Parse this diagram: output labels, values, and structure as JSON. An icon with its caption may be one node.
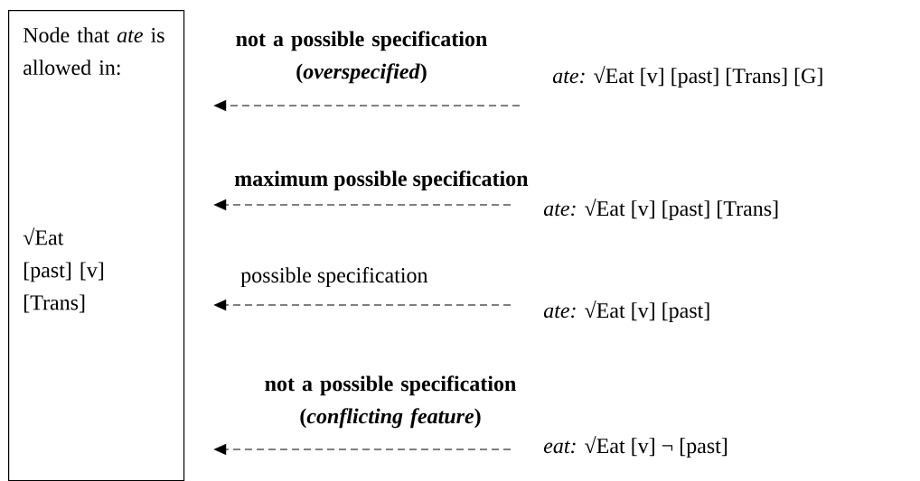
{
  "diagram": {
    "nodes": [
      {
        "text": [
          "Node that *ate* is allowed in:",
          "√Eat [past] [v] [Trans]"
        ]
      },
      {
        "text": [
          "*ate:* √Eat [v] [past] [Trans] [G]"
        ]
      },
      {
        "text": [
          "*ate:* √Eat [v] [past] [Trans]"
        ]
      },
      {
        "text": [
          "*ate:* √Eat [v] [past]"
        ]
      },
      {
        "text": [
          "*eat:* √Eat [v] ¬ [past]"
        ]
      }
    ],
    "edges": [
      {
        "from": 1,
        "to": 0,
        "arrow": "to",
        "style": "dashed",
        "label": "not a possible specification (*overspecified*)"
      },
      {
        "from": 2,
        "to": 0,
        "arrow": "to",
        "style": "dashed",
        "label": "maximum possible specification"
      },
      {
        "from": 3,
        "to": 0,
        "arrow": "to",
        "style": "dashed",
        "label": "possible specification"
      },
      {
        "from": 4,
        "to": 0,
        "arrow": "to",
        "style": "dashed",
        "label": "not a possible specification (*conflicting feature*)"
      }
    ]
  }
}
